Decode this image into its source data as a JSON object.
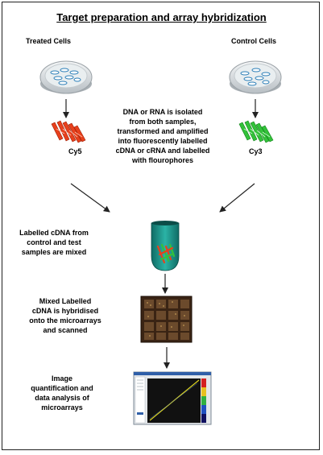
{
  "title": "Target preparation and array hybridization",
  "labels": {
    "treated": "Treated Cells",
    "control": "Control Cells",
    "cy5": "Cy5",
    "cy3": "Cy3"
  },
  "captions": {
    "isolation": "DNA or RNA is isolated from both samples, transformed and amplified into fluorescently labelled cDNA or cRNA and labelled with flourophores",
    "mixing": "Labelled cDNA from control and test samples are mixed",
    "hybridization": "Mixed Labelled cDNA is hybridised onto the microarrays and scanned",
    "analysis": "Image quantification and data analysis of microarrays"
  },
  "colors": {
    "cy5": "#e8401c",
    "cy3": "#33c23a",
    "tube": "#1a8f86",
    "dish": "#d8dde0",
    "array": "#3a2414"
  }
}
